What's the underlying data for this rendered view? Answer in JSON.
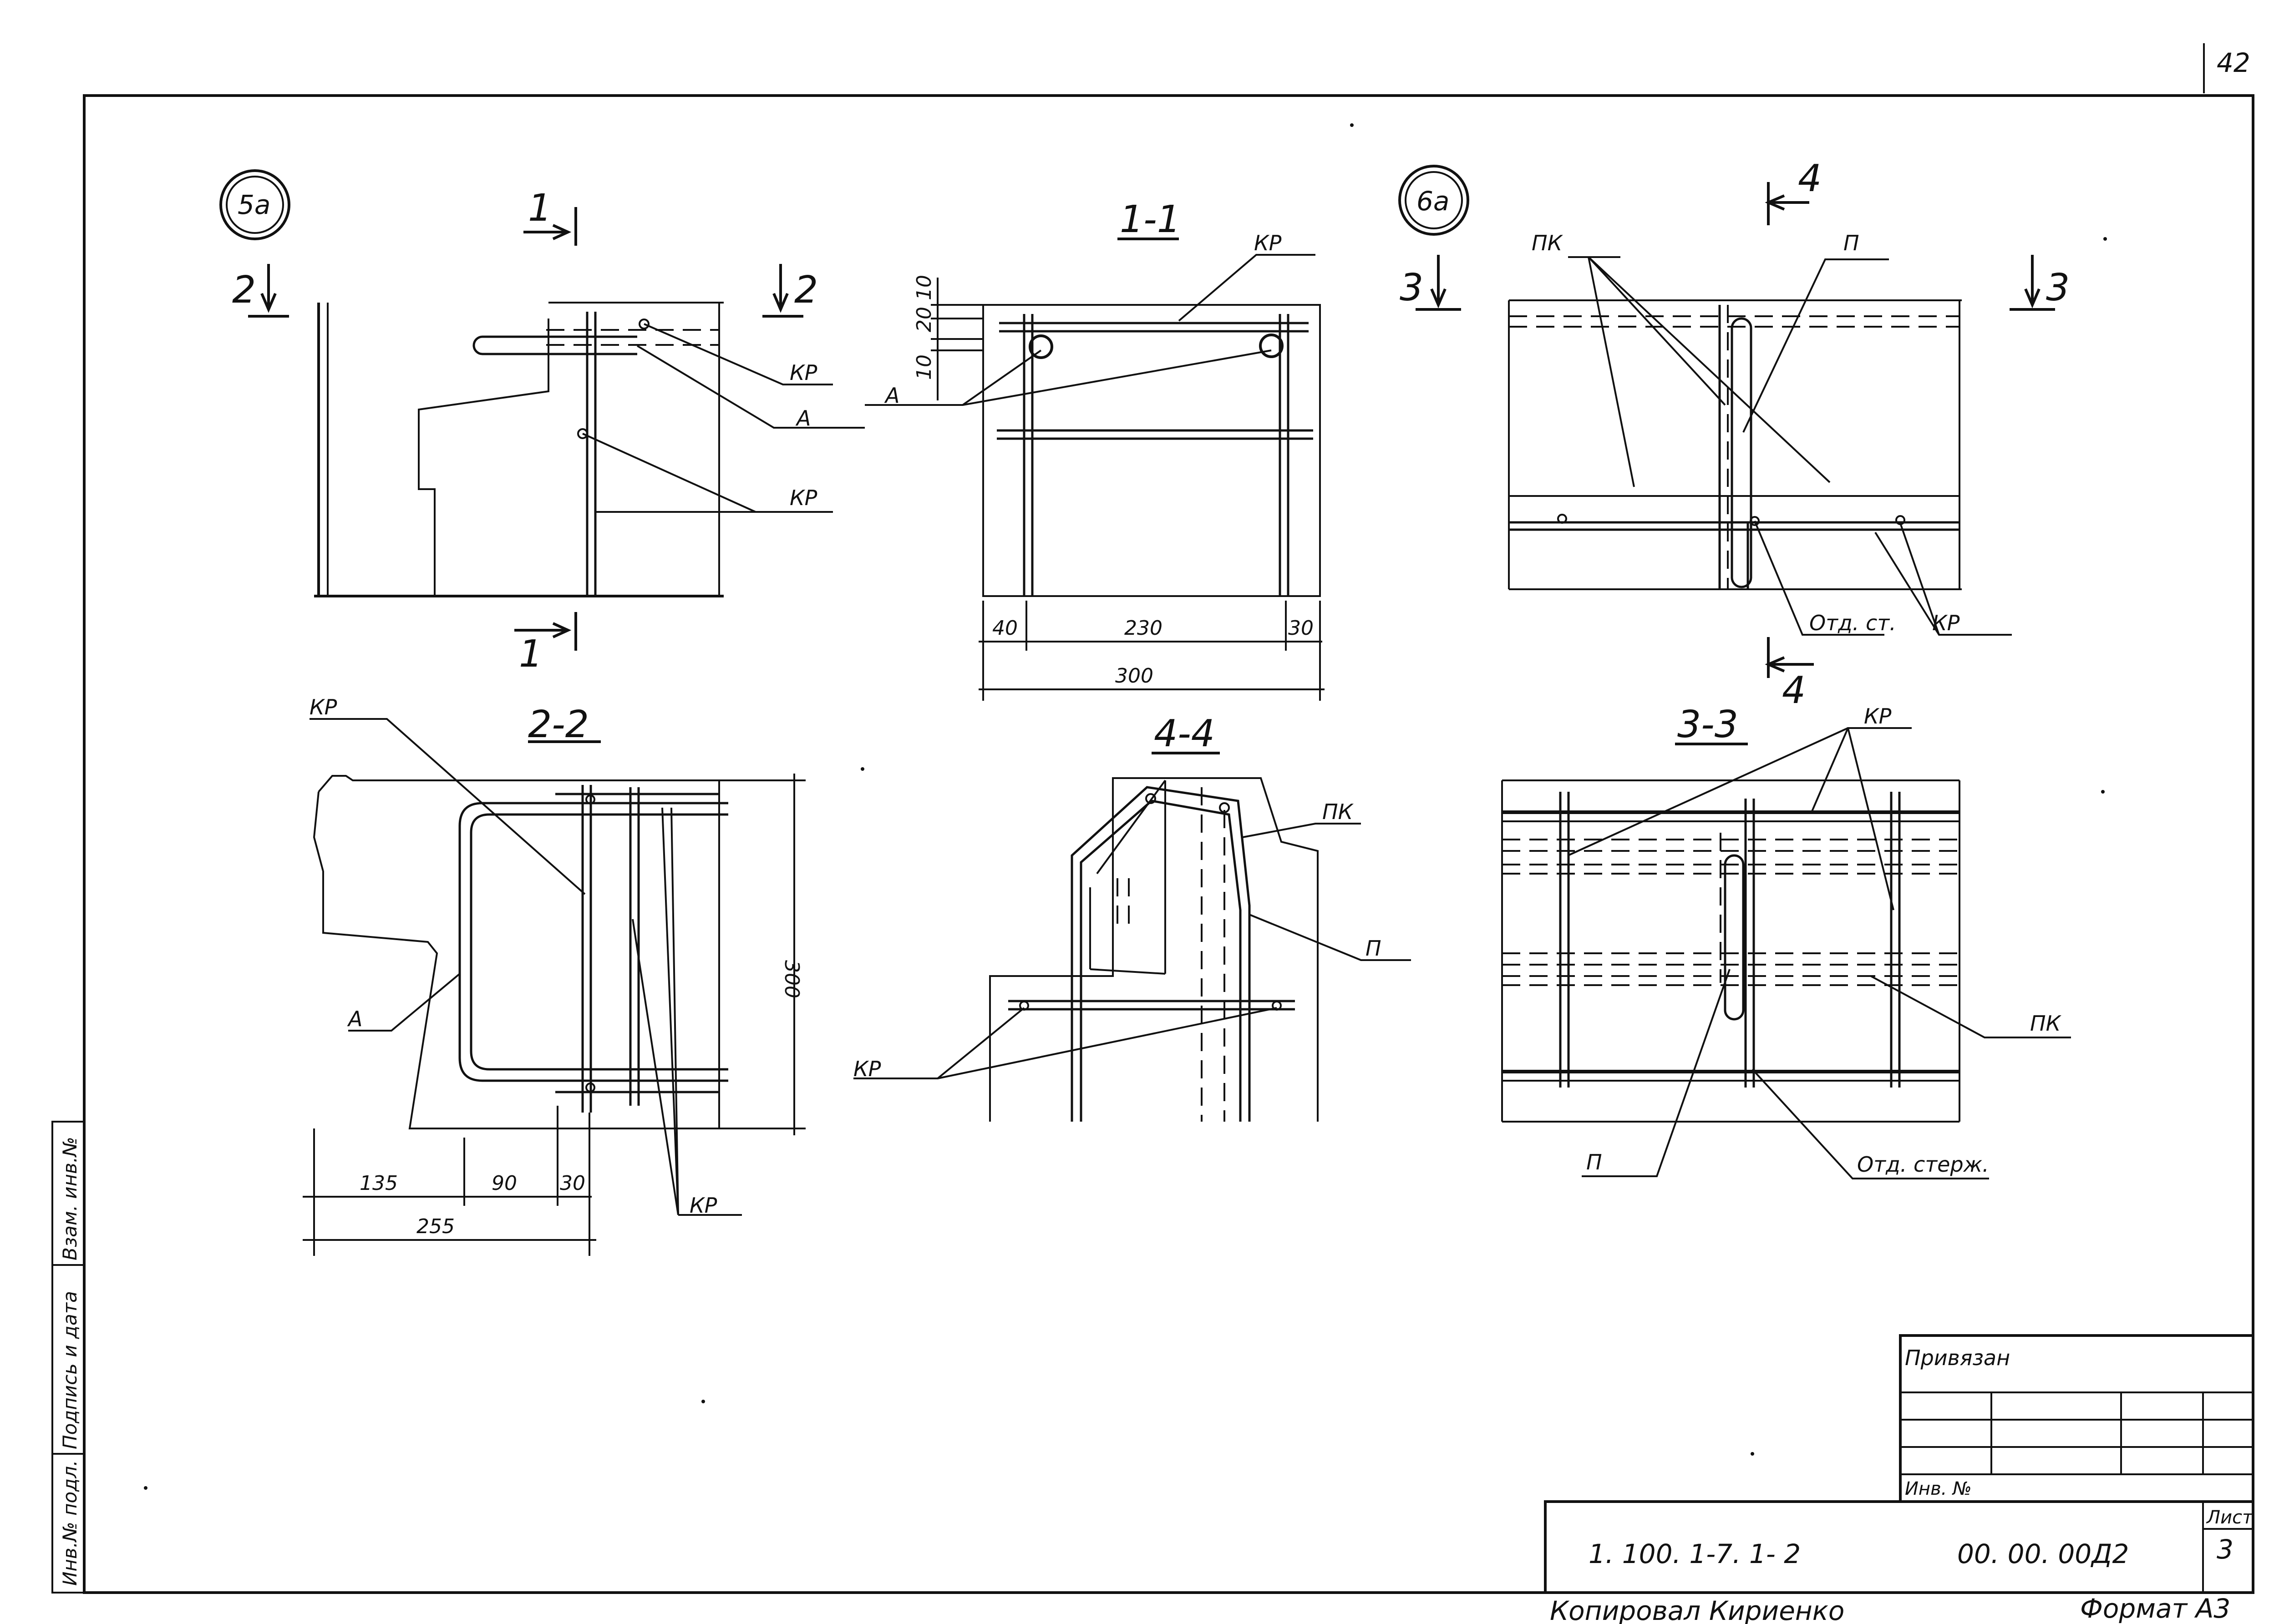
{
  "sheet": {
    "page_number": "42",
    "format": "Формат А3",
    "copied_by": "Копировал  Кириенко",
    "sheet_label": "Лист",
    "sheet_number": "3",
    "doc_code_left": "1. 100. 1-7. 1- 2",
    "doc_code_right": "00. 00. 00Д2",
    "tied_label": "Привязан",
    "inv_label": "Инв. №"
  },
  "side_stamp": {
    "col1": "Инв.№ подл.",
    "col2": "Подпись и дата",
    "col3": "Взам. инв.№"
  },
  "nodes": {
    "node_5a": "5а",
    "node_6a": "6а"
  },
  "section_marks": {
    "m1": "1",
    "m2": "2",
    "m3": "3",
    "m4": "4"
  },
  "sections": {
    "s11": "1-1",
    "s22": "2-2",
    "s33": "3-3",
    "s44": "4-4"
  },
  "labels": {
    "kr": "КР",
    "a": "А",
    "pk": "ПК",
    "p": "П",
    "otd_st": "Отд. ст.",
    "otd_sterzh": "Отд. стерж."
  },
  "dimensions": {
    "d10a": "10",
    "d20": "20",
    "d10b": "10",
    "d40": "40",
    "d230": "230",
    "d30": "30",
    "d300_total": "300",
    "d300_height": "300",
    "d135": "135",
    "d90": "90",
    "d30b": "30",
    "d255": "255"
  }
}
